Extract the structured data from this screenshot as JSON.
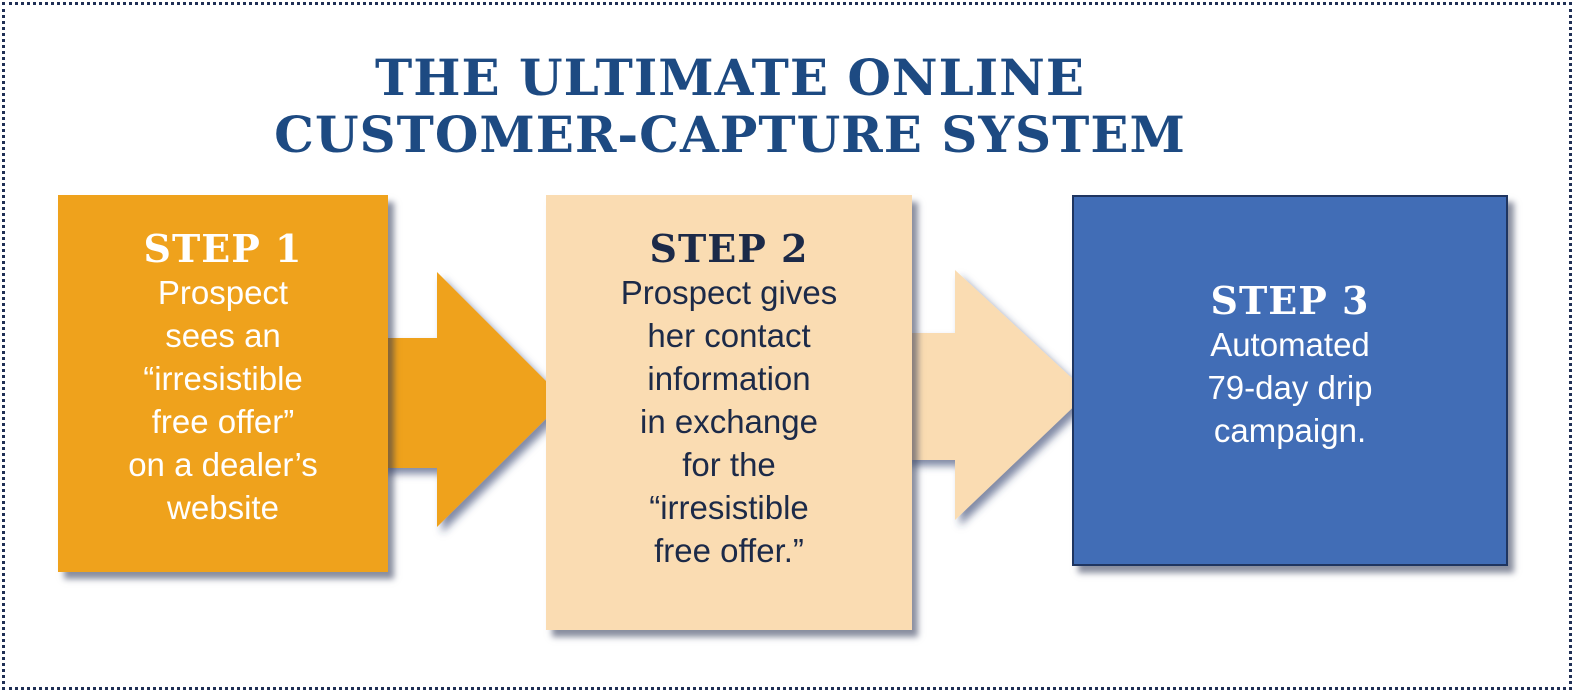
{
  "title": {
    "line1": "THE ULTIMATE ONLINE",
    "line2": "CUSTOMER-CAPTURE SYSTEM"
  },
  "colors": {
    "title": "#1d4a82",
    "step1": "#efa21c",
    "step2": "#fadcb2",
    "step3": "#416db6"
  },
  "steps": [
    {
      "label": "STEP 1",
      "lines": [
        "Prospect",
        "sees an",
        "“irresistible",
        "free offer”",
        "on a dealer’s",
        "website"
      ]
    },
    {
      "label": "STEP 2",
      "lines": [
        "Prospect gives",
        "her contact",
        "information",
        "in exchange",
        "for the",
        "“irresistible",
        "free offer.”"
      ]
    },
    {
      "label": "STEP 3",
      "lines": [
        "Automated",
        "79-day drip",
        "campaign."
      ]
    }
  ]
}
